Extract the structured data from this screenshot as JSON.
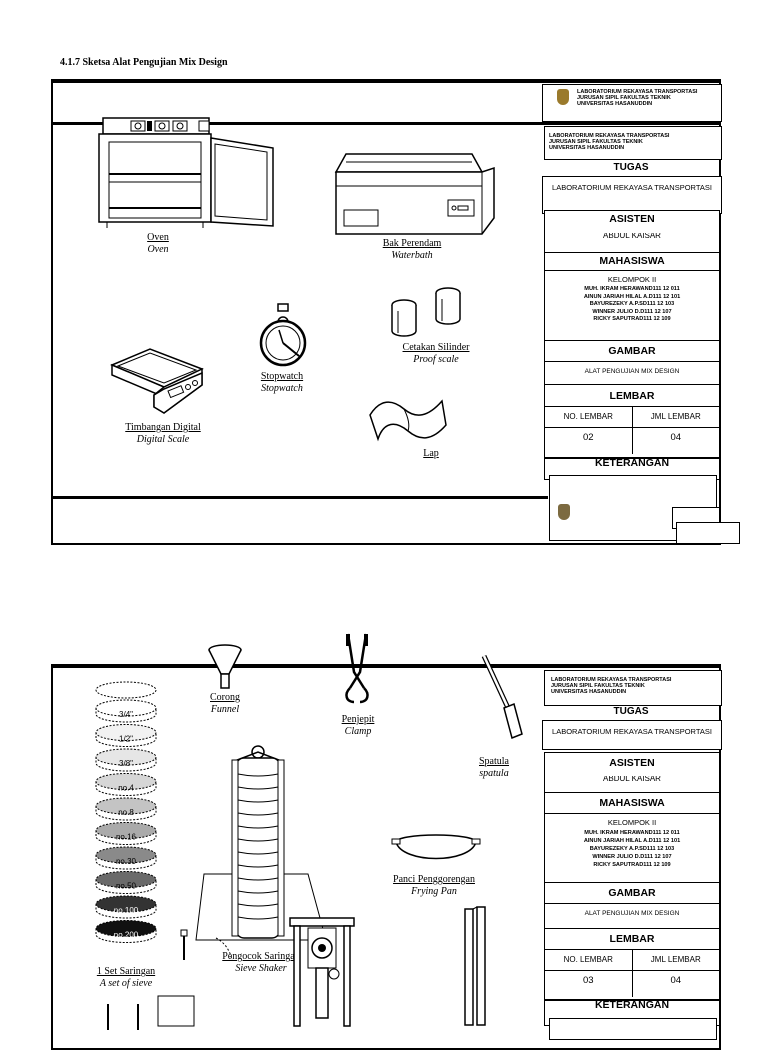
{
  "heading": "4.1.7   Sketsa Alat Pengujian Mix Design",
  "sheet1": {
    "lab_header": [
      "LABORATORIUM REKAYASA TRANSPORTASI",
      "JURUSAN SIPIL FAKULTAS TEKNIK",
      "UNIVERSITAS HASANUDDIN"
    ],
    "tugas_label": "TUGAS",
    "tugas_value": "LABORATORIUM REKAYASA TRANSPORTASI",
    "asisten_label": "ASISTEN",
    "asisten_value": "ABDUL KAISAR",
    "mahasiswa_label": "MAHASISWA",
    "kelompok": "KELOMPOK II",
    "members": [
      "MUH. IKRAM HERAWAND111 12 011",
      "AINUN JARIAH HILAL A.D111 12 101",
      "BAYUREZEKY A.P.SD111 12 103",
      "WINNER JULIO D.D111 12 107",
      "RICKY SAPUTRAD111 12 109"
    ],
    "gambar_label": "GAMBAR",
    "gambar_value": "ALAT PENGUJIAN MIX DESIGN",
    "lembar_label": "LEMBAR",
    "no_lembar_label": "NO. LEMBAR",
    "jml_lembar_label": "JML LEMBAR",
    "no_lembar": "02",
    "jml_lembar": "04",
    "keterangan_label": "KETERANGAN",
    "items": [
      {
        "name": "Oven",
        "en": "Oven"
      },
      {
        "name": "Bak Perendam",
        "en": "Waterbath"
      },
      {
        "name": "Stopwatch",
        "en": "Stopwatch"
      },
      {
        "name": "Cetakan Silinder",
        "en": "Proof scale"
      },
      {
        "name": "Timbangan Digital",
        "en": "Digital Scale"
      },
      {
        "name": "Lap",
        "en": ""
      }
    ]
  },
  "sheet2": {
    "lab_header": [
      "LABORATORIUM REKAYASA TRANSPORTASI",
      "JURUSAN SIPIL FAKULTAS TEKNIK",
      "UNIVERSITAS HASANUDDIN"
    ],
    "tugas_label": "TUGAS",
    "tugas_value": "LABORATORIUM REKAYASA TRANSPORTASI",
    "asisten_label": "ASISTEN",
    "asisten_value": "ABDUL KAISAR",
    "mahasiswa_label": "MAHASISWA",
    "kelompok": "KELOMPOK II",
    "members": [
      "MUH. IKRAM HERAWAND111 12 011",
      "AINUN JARIAH HILAL A.D111 12 101",
      "BAYUREZEKY A.P.SD111 12 103",
      "WINNER JULIO D.D111 12 107",
      "RICKY SAPUTRAD111 12 109"
    ],
    "gambar_label": "GAMBAR",
    "gambar_value": "ALAT PENGUJIAN MIX DESIGN",
    "lembar_label": "LEMBAR",
    "no_lembar_label": "NO. LEMBAR",
    "jml_lembar_label": "JML LEMBAR",
    "no_lembar": "03",
    "jml_lembar": "04",
    "keterangan_label": "KETERANGAN",
    "sieve_labels": [
      "3/4\"",
      "1/2\"",
      "3/8\"",
      "no.4",
      "no.8",
      "no.16",
      "no.30",
      "no.50",
      "no.100",
      "no.200"
    ],
    "items": [
      {
        "name": "Corong",
        "en": "Funnel"
      },
      {
        "name": "Penjepit",
        "en": "Clamp"
      },
      {
        "name": "Spatula",
        "en": "spatula"
      },
      {
        "name": "Panci Penggorengan",
        "en": "Frying Pan"
      },
      {
        "name": "1 Set Saringan",
        "en": "A set of sieve"
      },
      {
        "name": "Pengocok Saringan",
        "en": "Sieve Shaker"
      }
    ]
  }
}
